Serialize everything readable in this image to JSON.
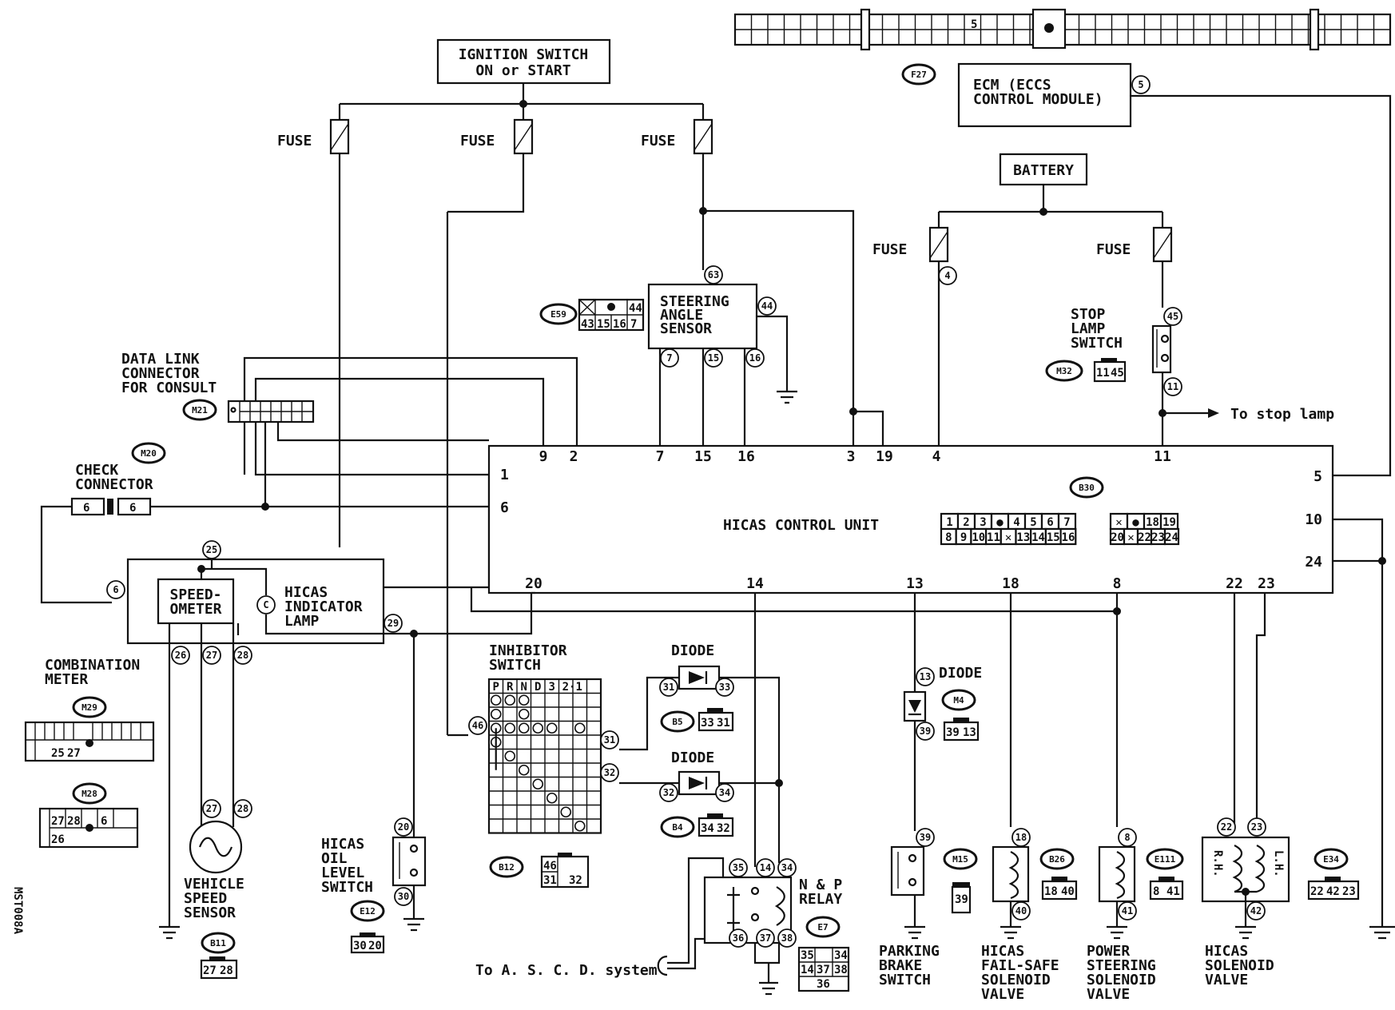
{
  "components": {
    "ignition_switch": [
      "IGNITION SWITCH",
      "ON or START"
    ],
    "fuse": "FUSE",
    "ecm": [
      "ECM (ECCS",
      "CONTROL MODULE)"
    ],
    "battery": "BATTERY",
    "steering_angle_sensor": [
      "STEERING",
      "ANGLE",
      "SENSOR"
    ],
    "data_link": [
      "DATA LINK",
      "CONNECTOR",
      "FOR CONSULT"
    ],
    "check_connector": [
      "CHECK",
      "CONNECTOR"
    ],
    "stop_lamp_switch": [
      "STOP",
      "LAMP",
      "SWITCH"
    ],
    "to_stop_lamp": "To stop lamp",
    "hicas_control_unit": "HICAS CONTROL UNIT",
    "speedometer": [
      "SPEED-",
      "OMETER"
    ],
    "hicas_indicator": [
      "HICAS",
      "INDICATOR",
      "LAMP"
    ],
    "combination_meter": [
      "COMBINATION",
      "METER"
    ],
    "vehicle_speed_sensor": [
      "VEHICLE",
      "SPEED",
      "SENSOR"
    ],
    "hicas_oil_level_switch": [
      "HICAS",
      "OIL",
      "LEVEL",
      "SWITCH"
    ],
    "inhibitor_switch": [
      "INHIBITOR",
      "SWITCH"
    ],
    "inhibitor_positions": [
      "P",
      "R",
      "N",
      "D",
      "3",
      "2·1"
    ],
    "diode": "DIODE",
    "np_relay": [
      "N & P",
      "RELAY"
    ],
    "to_ascd": "To A. S. C. D. system",
    "parking_brake_switch": [
      "PARKING",
      "BRAKE",
      "SWITCH"
    ],
    "fail_safe_valve": [
      "HICAS",
      "FAIL-SAFE",
      "SOLENOID",
      "VALVE"
    ],
    "ps_solenoid_valve": [
      "POWER",
      "STEERING",
      "SOLENOID",
      "VALVE"
    ],
    "hicas_solenoid_valve": [
      "HICAS",
      "SOLENOID",
      "VALVE"
    ],
    "rh": "R.H.",
    "lh": "L.H.",
    "code": "MST008A"
  },
  "connectors": {
    "F27": "F27",
    "E59": "E59",
    "M21": "M21",
    "M20": "M20",
    "M32": "M32",
    "B30": "B30",
    "M29": "M29",
    "M28": "M28",
    "B11": "B11",
    "E12": "E12",
    "B12": "B12",
    "B5": "B5",
    "B4": "B4",
    "E7": "E7",
    "M4": "M4",
    "M15": "M15",
    "B26": "B26",
    "E111": "E111",
    "E34": "E34"
  },
  "control_unit_terminals": {
    "top": [
      "9",
      "2",
      "7",
      "15",
      "16",
      "3",
      "19",
      "4",
      "11"
    ],
    "left": [
      "1",
      "6"
    ],
    "right": [
      "5",
      "10",
      "24"
    ],
    "bottom": [
      "20",
      "14",
      "13",
      "18",
      "8",
      "22",
      "23"
    ]
  },
  "unit_connector_grid": {
    "row1": [
      "1",
      "2",
      "3",
      "●",
      "4",
      "5",
      "6",
      "7"
    ],
    "row2": [
      "8",
      "9",
      "10",
      "11",
      "✕",
      "13",
      "14",
      "15",
      "16"
    ],
    "row3": [
      "✕",
      "●",
      "18",
      "19"
    ],
    "row4": [
      "20",
      "✕",
      "22",
      "23",
      "24"
    ]
  },
  "pins": {
    "ecm": "5",
    "bat_l": "4",
    "bat_r": "45",
    "stop_out": "11",
    "sas_top": "63",
    "sas_right": "44",
    "sas_7": "7",
    "sas_15": "15",
    "sas_16": "16",
    "spd_in": "6",
    "spd_top": "25",
    "ind": "C",
    "meter_out": "29",
    "m26": "26",
    "m27": "27",
    "m28": "28",
    "vs27": "27",
    "vs28": "28",
    "oil_top": "20",
    "oil_bot": "30",
    "inh_46": "46",
    "inh_31": "31",
    "inh_32": "32",
    "d1_l": "31",
    "d1_r": "33",
    "d2_l": "32",
    "d2_r": "34",
    "r35": "35",
    "r14": "14",
    "r34": "34",
    "r36": "36",
    "r37": "37",
    "r38": "38",
    "pd13": "13",
    "pd39": "39",
    "pb39": "39",
    "fs18": "18",
    "fs40": "40",
    "ps8": "8",
    "ps41": "41",
    "hs22": "22",
    "hs23": "23",
    "hs42": "42",
    "check_a": "6",
    "check_b": "6"
  },
  "small_conn_labels": {
    "e59": [
      "43",
      "15",
      "16",
      "7",
      "44"
    ],
    "m32": [
      "11",
      "45"
    ],
    "m29": [
      "25",
      "27"
    ],
    "m28": [
      "27",
      "28",
      "26",
      "6"
    ],
    "b11": [
      "27",
      "28"
    ],
    "e12": [
      "30",
      "20"
    ],
    "b12": [
      "46",
      "31",
      "32"
    ],
    "b5": [
      "33",
      "31"
    ],
    "b4": [
      "34",
      "32"
    ],
    "e7": [
      "35",
      "34",
      "14",
      "37",
      "38",
      "36"
    ],
    "m4": [
      "39",
      "13"
    ],
    "m15": [
      "39"
    ],
    "b26": [
      "18",
      "40"
    ],
    "e111": [
      "8",
      "41"
    ],
    "e34": [
      "22",
      "42",
      "23"
    ]
  },
  "f27_label": "5"
}
